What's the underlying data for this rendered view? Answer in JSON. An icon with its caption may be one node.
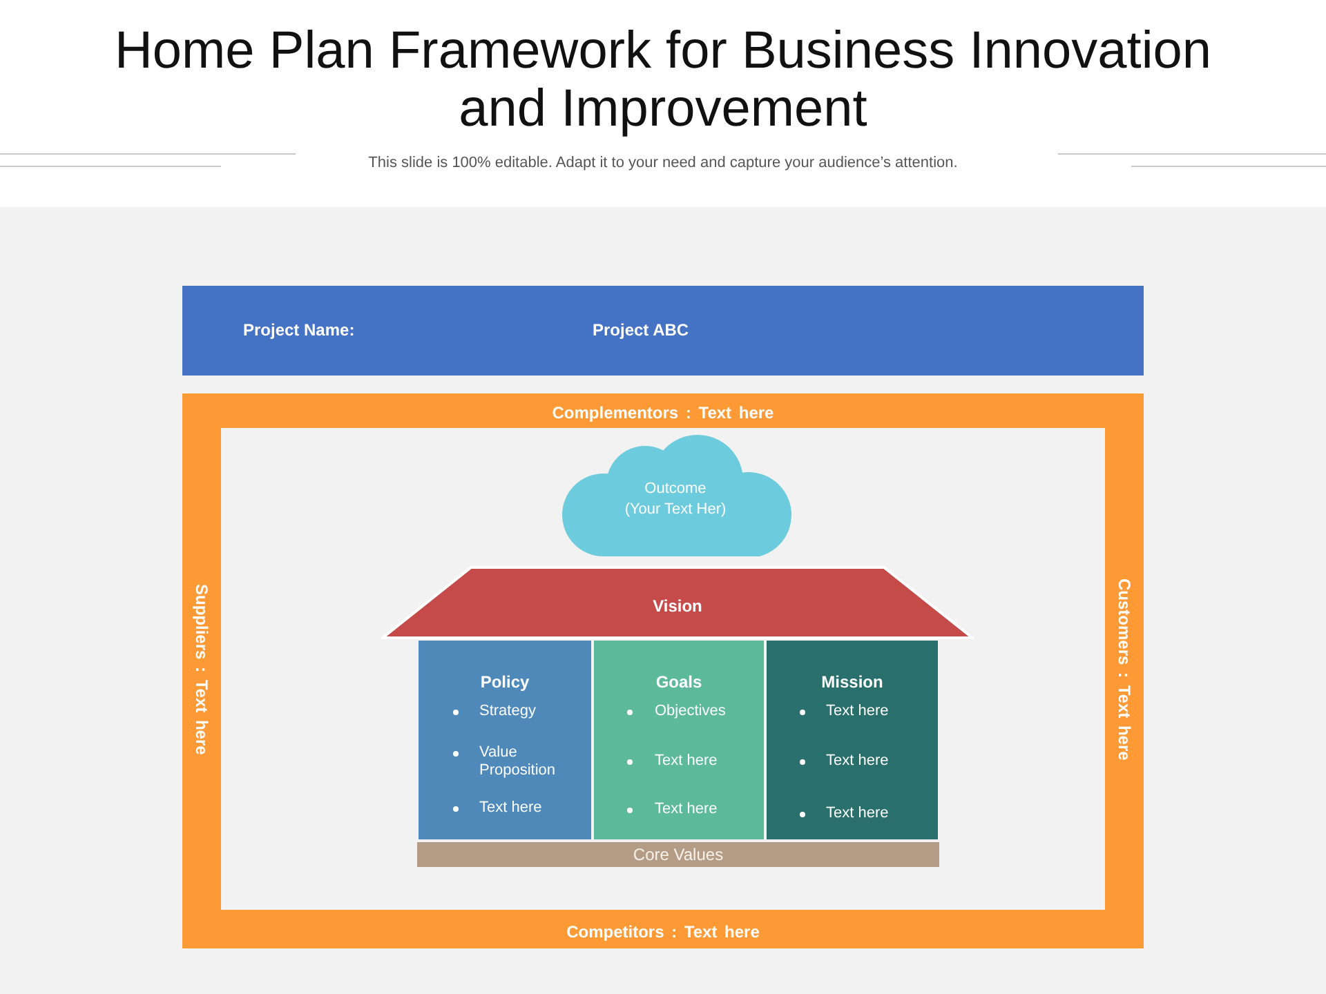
{
  "diagram": {
    "title": "Home Plan Framework for Business Innovation and Improvement",
    "nodes": [
      {
        "text": [
          "Project Name:",
          "Project ABC"
        ]
      },
      {
        "text": [
          "Complementors : Text here",
          "Suppliers : Text here",
          "Customers : Text here",
          "Competitors : Text here"
        ]
      },
      {
        "text": [
          "Outcome",
          "(Your Text Her)"
        ],
        "in": 1
      },
      {
        "text": [
          "Vision"
        ],
        "in": 1
      },
      {
        "text": [
          "Policy",
          "Strategy",
          "Value Proposition",
          "Text here"
        ],
        "in": 1
      },
      {
        "text": [
          "Goals",
          "Objectives",
          "Text here",
          "Text here"
        ],
        "in": 1
      },
      {
        "text": [
          "Mission",
          "Text here",
          "Text here",
          "Text here"
        ],
        "in": 1
      },
      {
        "text": [
          "Core Values"
        ],
        "in": 1
      }
    ],
    "labels": [
      "This slide is 100% editable. Adapt it to your need and capture your audience’s attention."
    ]
  }
}
